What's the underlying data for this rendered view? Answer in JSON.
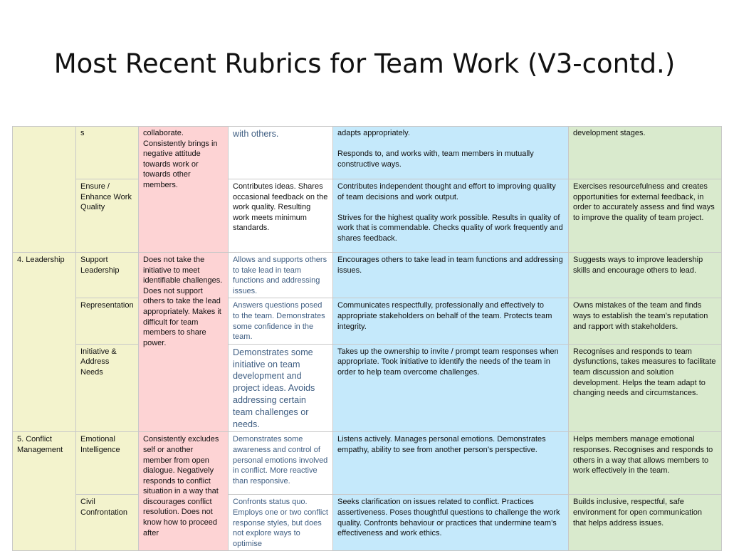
{
  "title": "Most Recent Rubrics for Team Work (V3-contd.)",
  "rubric": {
    "rows": [
      {
        "criterion": "",
        "subcriterion": "s",
        "poor": "collaborate. Consistently brings in negative attitude towards work or towards other members.",
        "developing": "with others.",
        "proficient": "adapts appropriately.\n\nResponds to, and works with, team members in mutually constructive ways.",
        "exemplary": "development stages."
      },
      {
        "subcriterion": "Ensure / Enhance Work Quality",
        "developing": "Contributes ideas. Shares occasional feedback on the work quality. Resulting work meets minimum standards.",
        "proficient": "Contributes independent thought and effort to improving quality of team decisions and work output.\n\nStrives for the highest quality work possible. Results in quality of work that is commendable. Checks quality of work frequently and shares feedback.",
        "exemplary": "Exercises resourcefulness and creates opportunities for external feedback, in order to accurately assess and find ways to improve the quality of team project."
      },
      {
        "criterion": "4. Leadership",
        "subcriterion": "Support Leadership",
        "poor": "Does not take the initiative to meet identifiable challenges. Does not support others to take the lead appropriately. Makes it difficult for team members to share power.",
        "developing": "Allows and supports others to take lead in team functions and addressing issues.",
        "proficient": "Encourages others to take lead in team functions and addressing issues.",
        "exemplary": "Suggests ways to improve leadership skills and encourage others to lead."
      },
      {
        "subcriterion": "Representation",
        "developing": "Answers questions posed to the team. Demonstrates some confidence in the team.",
        "proficient": "Communicates respectfully, professionally and effectively to appropriate stakeholders on behalf of the team. Protects team integrity.",
        "exemplary": "Owns mistakes of the team and finds ways to establish the team’s reputation and rapport with stakeholders."
      },
      {
        "subcriterion": "Initiative & Address Needs",
        "developing": "Demonstrates some initiative on team development and project ideas. Avoids addressing certain team challenges or needs.",
        "proficient": "Takes up the ownership to invite / prompt team responses when appropriate. Took initiative to identify the needs of the team in order to help team overcome challenges.",
        "exemplary": "Recognises and responds to team dysfunctions, takes measures to facilitate team discussion and solution development. Helps the team adapt to changing needs and circumstances."
      },
      {
        "criterion": "5. Conflict Management",
        "subcriterion": "Emotional Intelligence",
        "poor": "Consistently excludes self or another member from open dialogue. Negatively responds to conflict situation in a way that discourages conflict resolution. Does not know how to proceed after",
        "developing": "Demonstrates some awareness and control of personal emotions involved in conflict. More reactive than responsive.",
        "proficient": "Listens actively. Manages personal emotions. Demonstrates empathy, ability to see from another person’s perspective.",
        "exemplary": "Helps members manage emotional responses. Recognises and responds to others in a way that allows members to work effectively in the team."
      },
      {
        "subcriterion": "Civil Confrontation",
        "developing": "Confronts status quo. Employs one or two conflict response styles, but does not explore ways to optimise",
        "proficient": "Seeks clarification on issues related to conflict. Practices assertiveness. Poses thoughtful questions to challenge the work quality. Confronts behaviour or practices that undermine team’s effectiveness and work ethics.",
        "exemplary": "Builds inclusive, respectful, safe environment for open communication that helps address issues."
      }
    ]
  }
}
